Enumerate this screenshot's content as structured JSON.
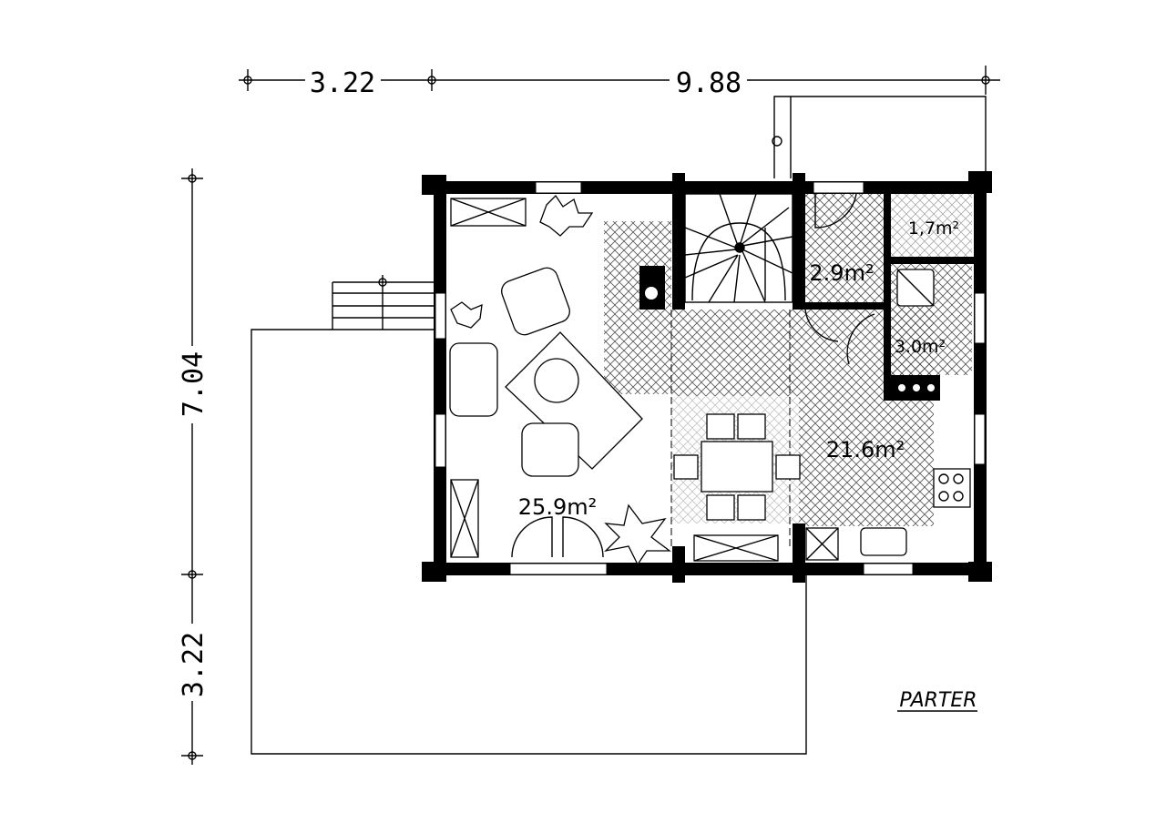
{
  "dimensions": {
    "top_left": "3.22",
    "top_right": "9.88",
    "left_upper": "7.04",
    "left_lower": "3.22"
  },
  "rooms": {
    "living": "25.9m²",
    "kitchen": "21.6m²",
    "hall": "2.9m²",
    "wc": "1,7m²",
    "bath": "3.0m²"
  },
  "plan_title": "PARTER",
  "colors": {
    "line": "#000000",
    "background": "#ffffff"
  }
}
